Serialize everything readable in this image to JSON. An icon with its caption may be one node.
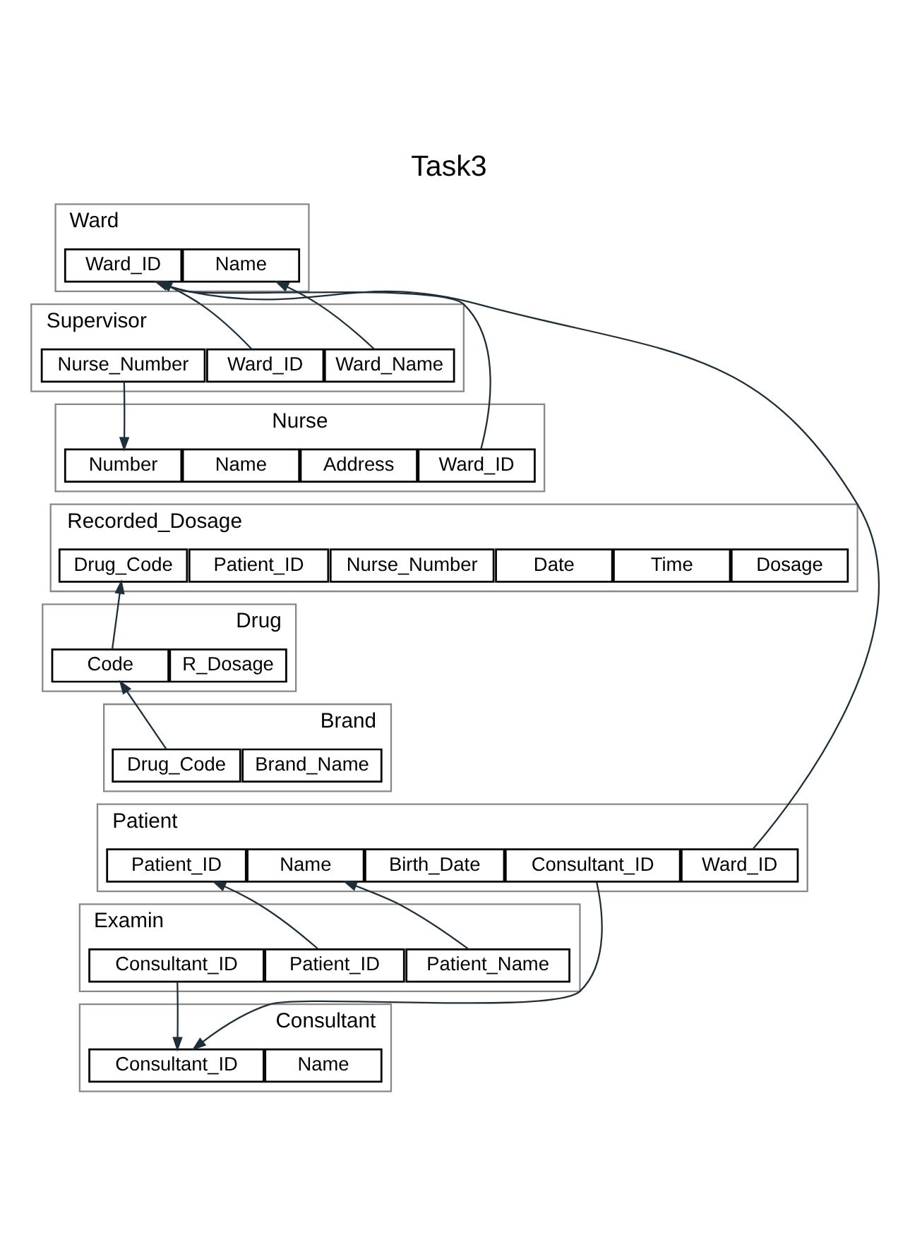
{
  "diagram": {
    "title": "Task3",
    "nodes": [
      {
        "text": [
          "Ward"
        ]
      },
      {
        "text": [
          "Ward_ID"
        ],
        "in": 0
      },
      {
        "text": [
          "Name"
        ],
        "in": 0
      },
      {
        "text": [
          "Supervisor"
        ]
      },
      {
        "text": [
          "Nurse_Number"
        ],
        "in": 3
      },
      {
        "text": [
          "Ward_ID"
        ],
        "in": 3
      },
      {
        "text": [
          "Ward_Name"
        ],
        "in": 3
      },
      {
        "text": [
          "Nurse"
        ]
      },
      {
        "text": [
          "Number"
        ],
        "in": 7
      },
      {
        "text": [
          "Name"
        ],
        "in": 7
      },
      {
        "text": [
          "Address"
        ],
        "in": 7
      },
      {
        "text": [
          "Ward_ID"
        ],
        "in": 7
      },
      {
        "text": [
          "Recorded_Dosage"
        ]
      },
      {
        "text": [
          "Drug_Code"
        ],
        "in": 12
      },
      {
        "text": [
          "Patient_ID"
        ],
        "in": 12
      },
      {
        "text": [
          "Nurse_Number"
        ],
        "in": 12
      },
      {
        "text": [
          "Date"
        ],
        "in": 12
      },
      {
        "text": [
          "Time"
        ],
        "in": 12
      },
      {
        "text": [
          "Dosage"
        ],
        "in": 12
      },
      {
        "text": [
          "Drug"
        ]
      },
      {
        "text": [
          "Code"
        ],
        "in": 19
      },
      {
        "text": [
          "R_Dosage"
        ],
        "in": 19
      },
      {
        "text": [
          "Brand"
        ]
      },
      {
        "text": [
          "Drug_Code"
        ],
        "in": 22
      },
      {
        "text": [
          "Brand_Name"
        ],
        "in": 22
      },
      {
        "text": [
          "Patient"
        ]
      },
      {
        "text": [
          "Patient_ID"
        ],
        "in": 25
      },
      {
        "text": [
          "Name"
        ],
        "in": 25
      },
      {
        "text": [
          "Birth_Date"
        ],
        "in": 25
      },
      {
        "text": [
          "Consultant_ID"
        ],
        "in": 25
      },
      {
        "text": [
          "Ward_ID"
        ],
        "in": 25
      },
      {
        "text": [
          "Examin"
        ]
      },
      {
        "text": [
          "Consultant_ID"
        ],
        "in": 31
      },
      {
        "text": [
          "Patient_ID"
        ],
        "in": 31
      },
      {
        "text": [
          "Patient_Name"
        ],
        "in": 31
      },
      {
        "text": [
          "Consultant"
        ]
      },
      {
        "text": [
          "Consultant_ID"
        ],
        "in": 35
      },
      {
        "text": [
          "Name"
        ],
        "in": 35
      }
    ],
    "edges": [
      {
        "from": 5,
        "to": 1,
        "arrow": "to"
      },
      {
        "from": 6,
        "to": 2,
        "arrow": "to"
      },
      {
        "from": 4,
        "to": 8,
        "arrow": "to"
      },
      {
        "from": 11,
        "to": 1,
        "arrow": "to"
      },
      {
        "from": 30,
        "to": 1,
        "arrow": "to"
      },
      {
        "from": 20,
        "to": 13,
        "arrow": "to"
      },
      {
        "from": 23,
        "to": 20,
        "arrow": "to"
      },
      {
        "from": 33,
        "to": 26,
        "arrow": "to"
      },
      {
        "from": 34,
        "to": 27,
        "arrow": "to"
      },
      {
        "from": 32,
        "to": 36,
        "arrow": "to"
      },
      {
        "from": 29,
        "to": 36,
        "arrow": "to"
      }
    ]
  }
}
